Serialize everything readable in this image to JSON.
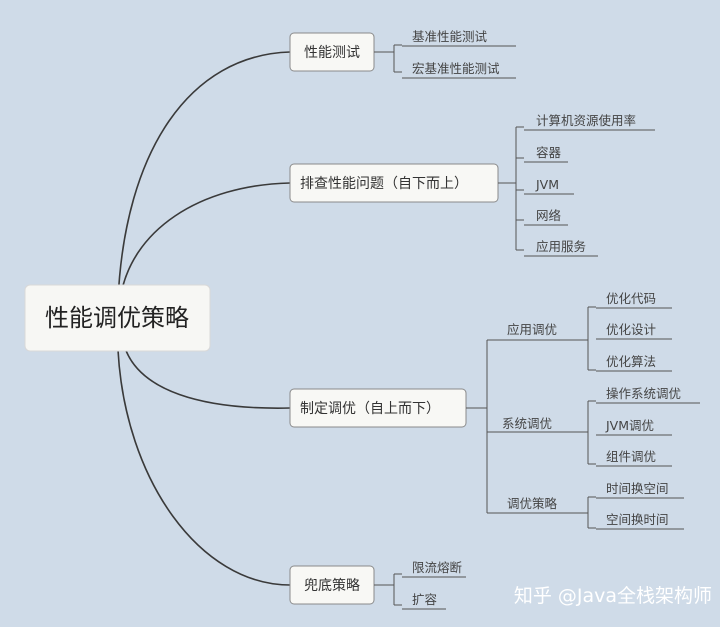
{
  "root": "性能调优策略",
  "branches": [
    {
      "id": "perf-test",
      "label": "性能测试",
      "leaves": [
        "基准性能测试",
        "宏基准性能测试"
      ]
    },
    {
      "id": "troubleshoot",
      "label": "排查性能问题（自下而上）",
      "leaves": [
        "计算机资源使用率",
        "容器",
        "JVM",
        "网络",
        "应用服务"
      ]
    },
    {
      "id": "tuning",
      "label": "制定调优（自上而下）",
      "subgroups": [
        {
          "label": "应用调优",
          "leaves": [
            "优化代码",
            "优化设计",
            "优化算法"
          ]
        },
        {
          "label": "系统调优",
          "leaves": [
            "操作系统调优",
            "JVM调优",
            "组件调优"
          ]
        },
        {
          "label": "调优策略",
          "leaves": [
            "时间换空间",
            "空间换时间"
          ]
        }
      ]
    },
    {
      "id": "fallback",
      "label": "兜底策略",
      "leaves": [
        "限流熔断",
        "扩容"
      ]
    }
  ],
  "watermark": "知乎 @Java全栈架构师"
}
